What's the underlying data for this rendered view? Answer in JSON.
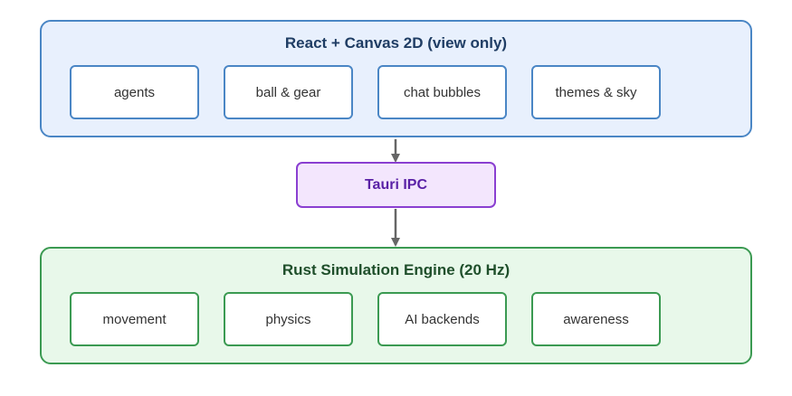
{
  "view_layer": {
    "title": "React + Canvas 2D (view only)",
    "modules": [
      "agents",
      "ball & gear",
      "chat bubbles",
      "themes & sky"
    ]
  },
  "bridge": {
    "label": "Tauri IPC"
  },
  "engine_layer": {
    "title": "Rust Simulation Engine (20 Hz)",
    "modules": [
      "movement",
      "physics",
      "AI backends",
      "awareness"
    ]
  },
  "colors": {
    "view_fill": "#e8f0fd",
    "view_border": "#4a86c5",
    "bridge_fill": "#f3e6fd",
    "bridge_border": "#8a3fd1",
    "engine_fill": "#e8f8ea",
    "engine_border": "#3b9a52",
    "arrow": "#666666"
  }
}
